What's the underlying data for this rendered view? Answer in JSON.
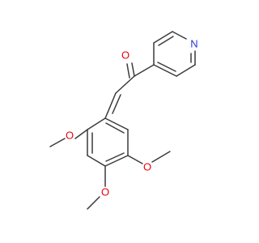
{
  "molecule": {
    "atoms": {
      "carbonyl_oxygen": "O",
      "pyridine_nitrogen": "N",
      "ortho_methoxy_oxygen": "O",
      "meta_methoxy_oxygen": "O",
      "para_methoxy_oxygen": "O"
    },
    "colors": {
      "bond": "#3a3a3a",
      "oxygen": "#e8000b",
      "nitrogen": "#2a36d8"
    }
  }
}
